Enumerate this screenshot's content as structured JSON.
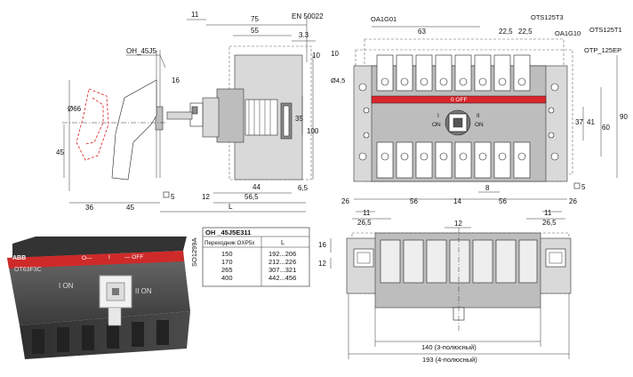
{
  "side_view": {
    "dims": {
      "d11": "11",
      "d75": "75",
      "en": "EN 50022",
      "d55": "55",
      "d3_3": "3.3",
      "d10": "10",
      "handle_model": "OH_45J5",
      "d66": "Ø66",
      "d16": "16",
      "d45v": "45",
      "d35": "35",
      "d100": "100",
      "box5": "5",
      "d12": "12",
      "d44": "44",
      "d56_5": "56,5",
      "d6_5": "6,5",
      "L": "L",
      "d36": "36",
      "d45h": "45"
    }
  },
  "front_view": {
    "labels": {
      "oa1g01": "OA1G01",
      "ots125t3": "OTS125T3",
      "ots125t1": "OTS125T1",
      "oa1g10": "OA1G10",
      "otp125ep": "OTP_125EP",
      "hole": "Ø4,5",
      "i_on_left": "I",
      "on_left": "ON",
      "o_off": "0 OFF",
      "ii_on_right": "II",
      "on_right": "ON",
      "box5": "5"
    },
    "dims": {
      "d63": "63",
      "d22_5a": "22,5",
      "d22_5b": "22,5",
      "d10": "10",
      "d37": "37",
      "d41": "41",
      "d60": "60",
      "d90": "90",
      "d26l": "26",
      "d56l": "56",
      "d14": "14",
      "d56r": "56",
      "d26r": "26",
      "d8": "8",
      "d11l": "11",
      "d26_5l": "26,5",
      "d11r": "11",
      "d26_5r": "26,5"
    }
  },
  "bottom_view": {
    "dims": {
      "d12top": "12",
      "d16": "16",
      "d12": "12",
      "w140": "140 (3-полюсный)",
      "w193": "193 (4-полюсный)"
    }
  },
  "table": {
    "side_code": "SO1299A",
    "title": "OH _45J5E311",
    "col1": "Переходник OXP5x",
    "col2": "L",
    "rows": [
      {
        "a": "150",
        "b": "192...206"
      },
      {
        "a": "170",
        "b": "212...226"
      },
      {
        "a": "265",
        "b": "307...321"
      },
      {
        "a": "400",
        "b": "442...456"
      }
    ]
  },
  "photo": {
    "brand": "ABB",
    "model": "OT63F3C",
    "o_label": "O—",
    "i_label": "I",
    "off_label": "— OFF",
    "i_on": "I ON",
    "ii_on": "II ON"
  }
}
